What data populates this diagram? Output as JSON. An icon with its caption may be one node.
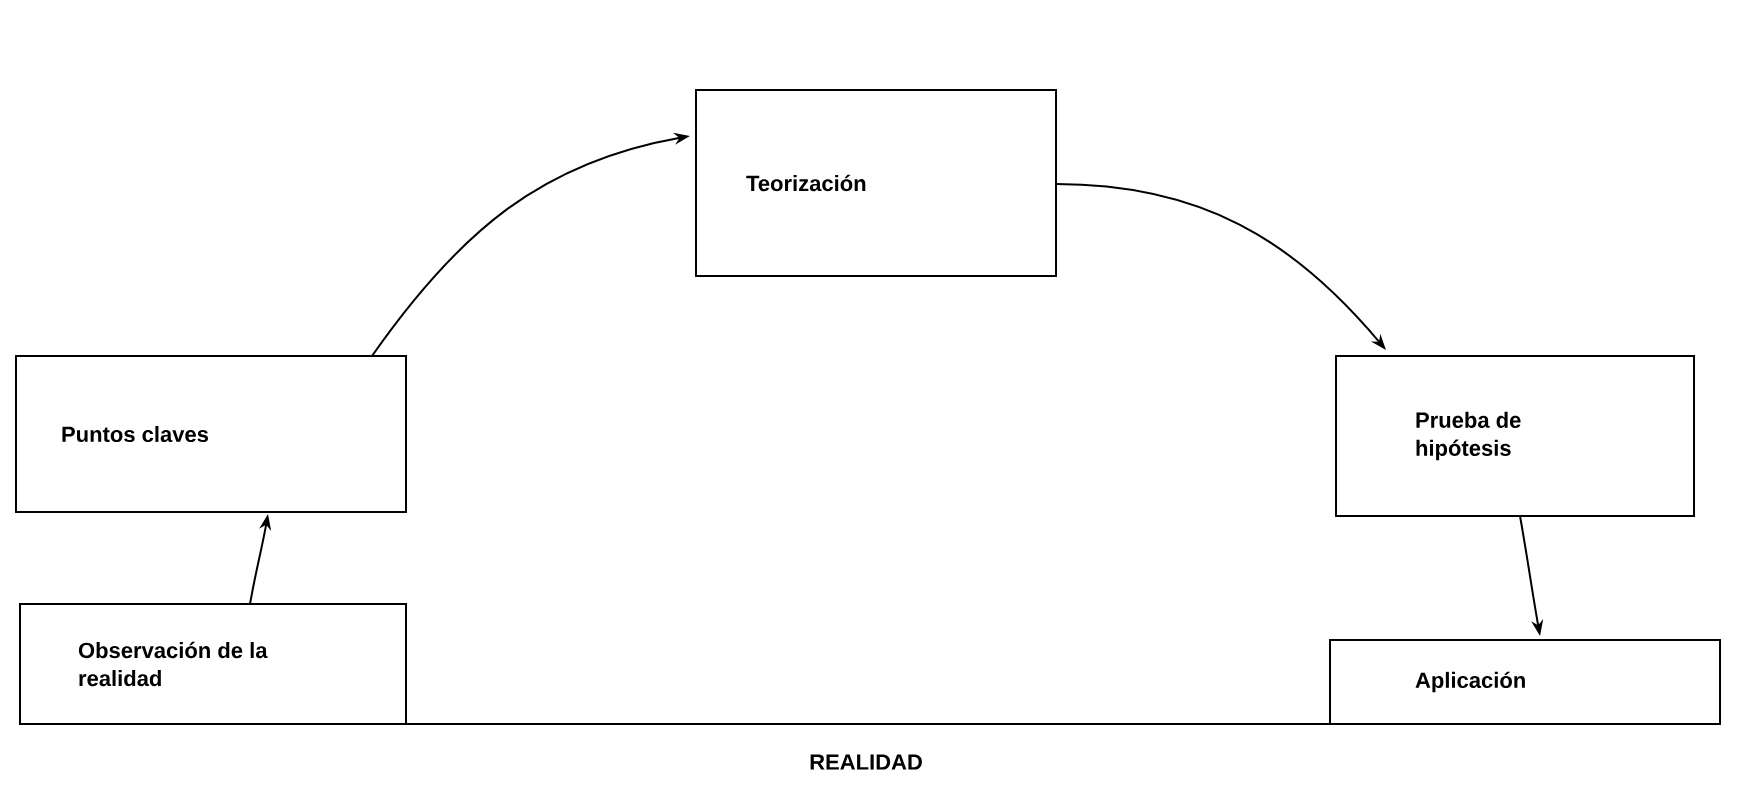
{
  "diagram": {
    "nodes": [
      {
        "text": [
          "Observación de la realidad"
        ]
      },
      {
        "text": [
          "Puntos claves"
        ]
      },
      {
        "text": [
          "Teorización"
        ]
      },
      {
        "text": [
          "Prueba de hipótesis"
        ]
      },
      {
        "text": [
          "Aplicación"
        ]
      }
    ],
    "edges": [
      {
        "from": 0,
        "to": 1,
        "arrow": "to"
      },
      {
        "from": 1,
        "to": 2,
        "arrow": "to"
      },
      {
        "from": 2,
        "to": 3,
        "arrow": "to"
      },
      {
        "from": 3,
        "to": 4,
        "arrow": "to"
      }
    ],
    "labels": [
      "REALIDAD"
    ]
  }
}
